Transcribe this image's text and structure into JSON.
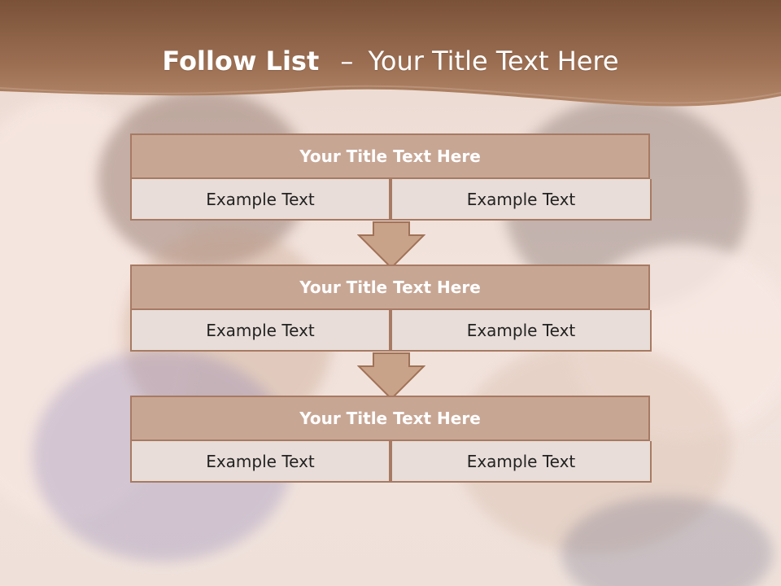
{
  "title": {
    "bold": "Follow List",
    "dash": "–",
    "rest": "Your Title Text Here"
  },
  "blocks": [
    {
      "heading": "Your Title Text Here",
      "left": "Example Text",
      "right": "Example Text"
    },
    {
      "heading": "Your Title Text Here",
      "left": "Example Text",
      "right": "Example Text"
    },
    {
      "heading": "Your Title Text Here",
      "left": "Example Text",
      "right": "Example Text"
    }
  ],
  "colors": {
    "header": "#7a5238",
    "header_fade": "#b4886a",
    "box_head": "#c8a694",
    "box_border": "#a77a63",
    "box_cell": "#e8ddd8",
    "arrow_fill": "#c9a28a",
    "arrow_stroke": "#a07256"
  }
}
